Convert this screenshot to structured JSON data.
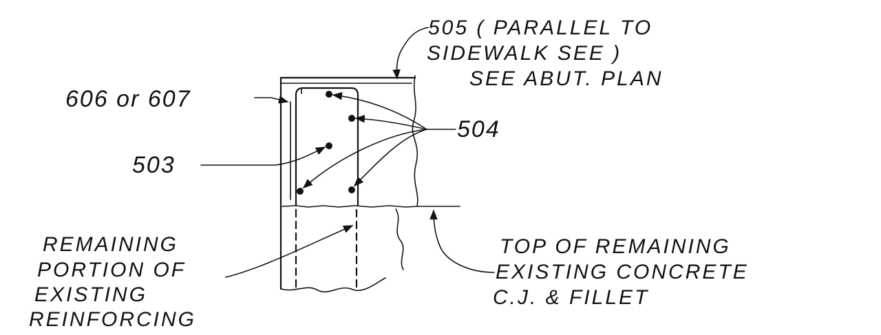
{
  "labels": {
    "bar_505_line1": "505 ( PARALLEL  TO",
    "bar_505_line2": "SIDEWALK  SEE )",
    "bar_505_line3": "SEE  ABUT.  PLAN",
    "stirrup": "606 or 607",
    "bar_504": "504",
    "bar_503": "503",
    "remaining_line1": "REMAINING",
    "remaining_line2": "PORTION  OF",
    "remaining_line3": "EXISTING",
    "remaining_line4": "REINFORCING",
    "top_line1": "TOP  OF  REMAINING",
    "top_line2": "EXISTING  CONCRETE",
    "top_line3": "C.J. & FILLET"
  }
}
